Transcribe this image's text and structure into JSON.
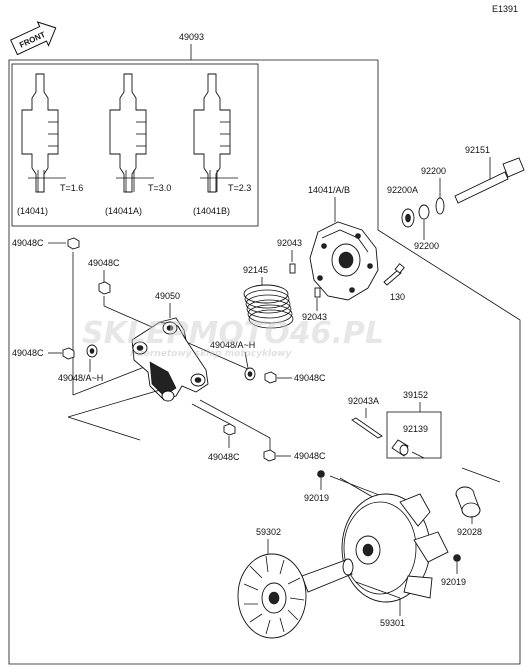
{
  "drawing_code": "E1391",
  "front_label": "FRONT",
  "watermark": {
    "brand": "SKLEPMOTO46.PL",
    "tagline": "internetowy sklep motocyklowy",
    "color": "#e03a3a"
  },
  "inset": {
    "kit_part": "49093",
    "shims": [
      {
        "thickness": "T=1.6",
        "part": "(14041)"
      },
      {
        "thickness": "T=3.0",
        "part": "(14041A)"
      },
      {
        "thickness": "T=2.3",
        "part": "(14041B)"
      }
    ]
  },
  "parts": {
    "p92151": "92151",
    "p92200_top": "92200",
    "p92200A": "92200A",
    "p92200_bottom": "92200",
    "p14041AB": "14041/A/B",
    "p92043_upper": "92043",
    "p92043_lower": "92043",
    "p130": "130",
    "p92145": "92145",
    "p49050": "49050",
    "p49048C_a": "49048C",
    "p49048C_b": "49048C",
    "p49048C_c": "49048C",
    "p49048C_d": "49048C",
    "p49048C_e": "49048C",
    "p49048C_f": "49048C",
    "p49048AH_a": "49048/A~H",
    "p49048AH_b": "49048/A~H",
    "p92043A": "92043A",
    "p39152": "39152",
    "p92139": "92139",
    "p92019_a": "92019",
    "p92019_b": "92019",
    "p92028": "92028",
    "p59302": "59302",
    "p59301": "59301"
  }
}
